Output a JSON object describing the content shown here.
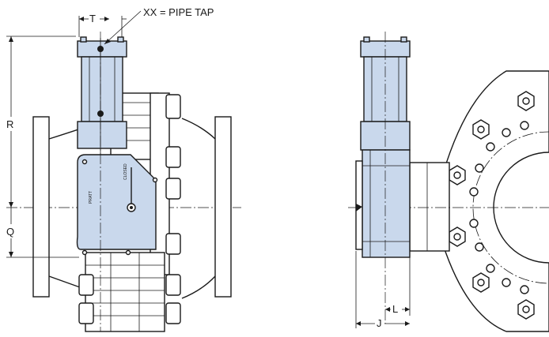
{
  "labels": {
    "pipe_tap": "XX = PIPE TAP",
    "T": "T",
    "R": "R",
    "Q": "Q",
    "L": "L",
    "J": "J"
  },
  "stamps": {
    "brand": "PRATT",
    "side_mark": "CLOSED"
  },
  "colors": {
    "actuator_fill": "#c9d8ec",
    "outline": "#1a1a1a",
    "background": "#ffffff"
  }
}
